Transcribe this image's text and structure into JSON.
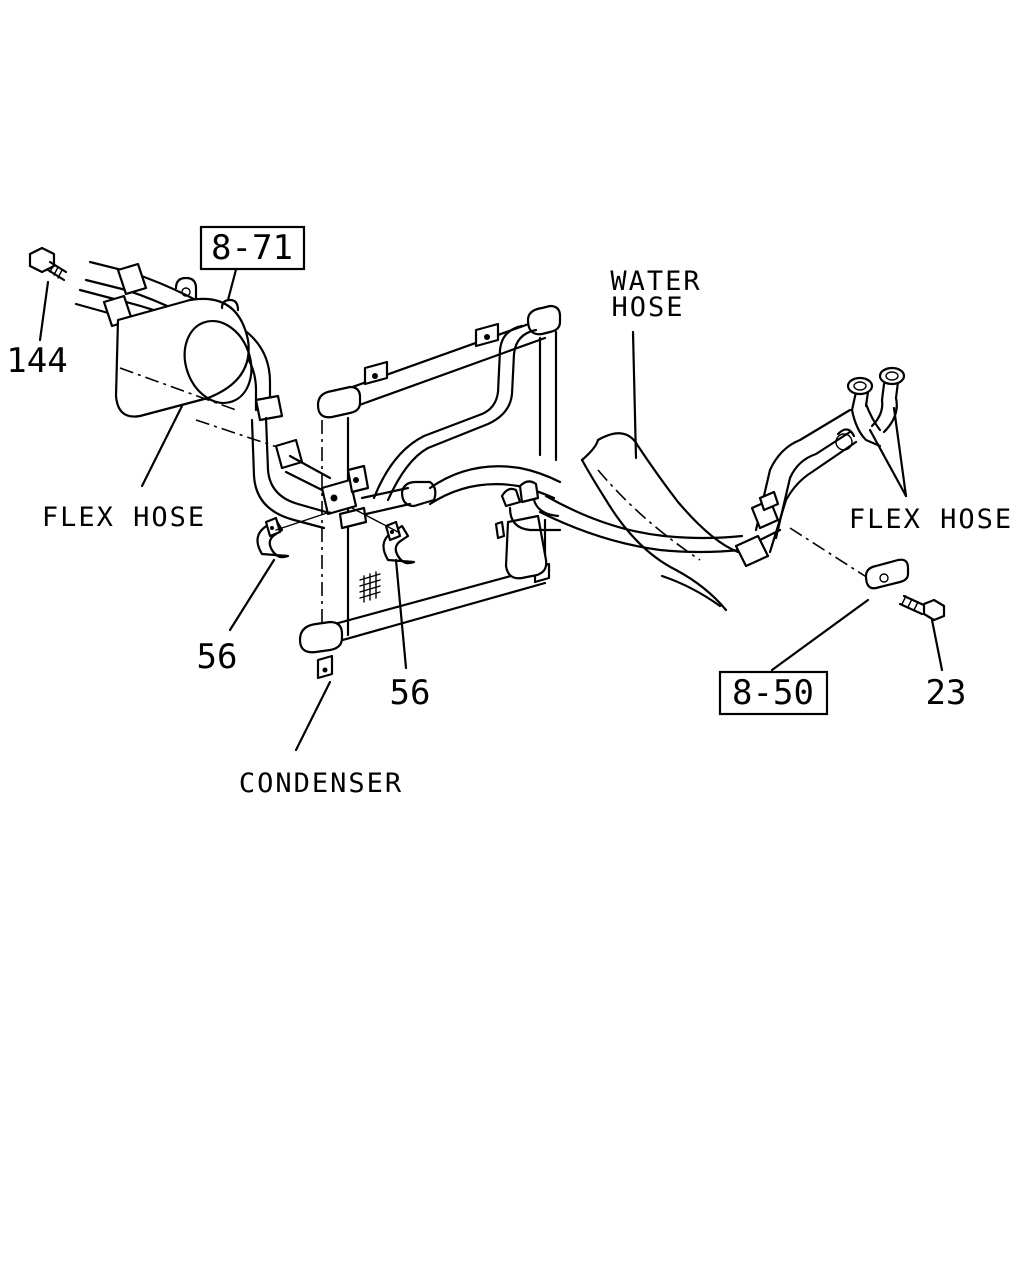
{
  "labels": {
    "ref_top": "8-71",
    "ref_bottom": "8-50",
    "part_144": "144",
    "part_56_left": "56",
    "part_56_right": "56",
    "part_23": "23",
    "flex_hose_left": "FLEX HOSE",
    "flex_hose_right": "FLEX HOSE",
    "water_hose_line1": "WATER",
    "water_hose_line2": "HOSE",
    "condenser": "CONDENSER"
  }
}
